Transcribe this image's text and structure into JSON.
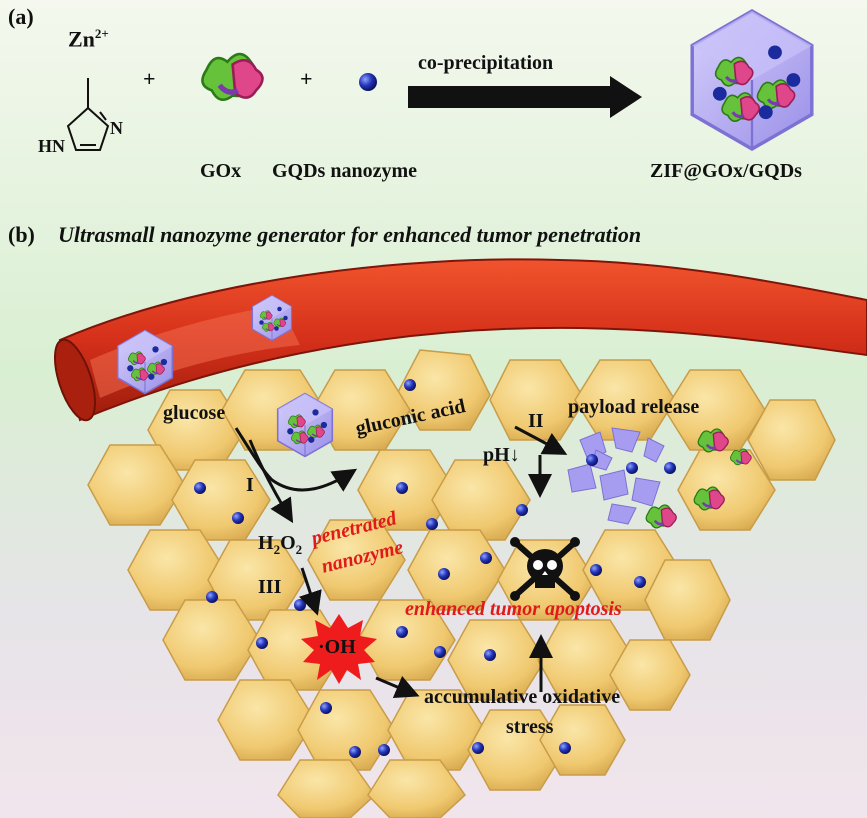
{
  "panel_a": {
    "label": "(a)",
    "zn": "Zn",
    "zn_charge": "2+",
    "hn": "HN",
    "n": "N",
    "plus": "+",
    "gox": "GOx",
    "gqds": "GQDs nanozyme",
    "arrow_label": "co-precipitation",
    "product": "ZIF@GOx/GQDs"
  },
  "panel_b": {
    "label": "(b)",
    "title": "Ultrasmall nanozyme generator for enhanced tumor penetration",
    "glucose": "glucose",
    "gluconic": "gluconic acid",
    "step1": "I",
    "step2": "II",
    "step3": "III",
    "h2o2_h": "H",
    "h2o2_2a": "2",
    "h2o2_o": "O",
    "h2o2_2b": "2",
    "ph": "pH",
    "ph_arrow": "↓",
    "payload": "payload release",
    "penetrated_1": "penetrated",
    "penetrated_2": "nanozyme",
    "oh": "·OH",
    "apoptosis": "enhanced tumor apoptosis",
    "oxidative_1": "accumulative oxidative",
    "oxidative_2": "stress",
    "skull_icon": "skull-crossbones-icon"
  },
  "colors": {
    "vessel": "#d8321a",
    "vessel_dark": "#9e1e0a",
    "cell": "#f2cf7c",
    "cell_edge": "#cfa24a",
    "dot": "#1b2a9c",
    "zif": "#b9b0f2",
    "burst": "#ee1c1c"
  }
}
